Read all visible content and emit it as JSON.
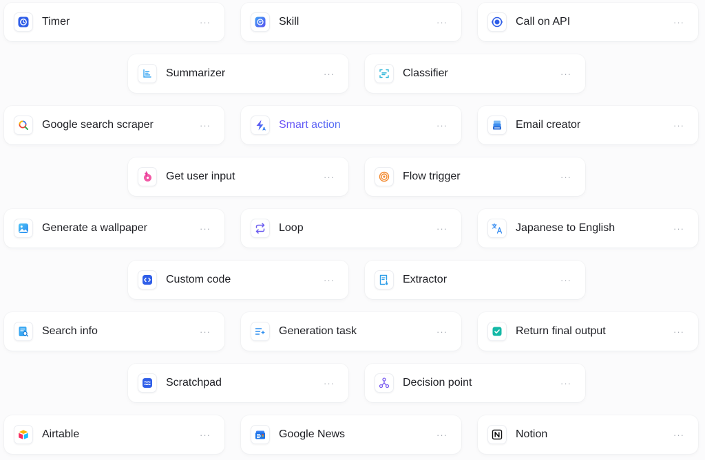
{
  "more_glyph": "···",
  "colors": {
    "accent_start": "#6a4cf6",
    "accent_end": "#2fa6f0",
    "text": "#1e1f24",
    "muted": "#a7abb4"
  },
  "nodes": [
    {
      "label": "Timer",
      "icon": "timer-icon"
    },
    {
      "label": "Skill",
      "icon": "skill-icon"
    },
    {
      "label": "Call on API",
      "icon": "api-icon"
    },
    {
      "label": "Summarizer",
      "icon": "summarizer-icon"
    },
    {
      "label": "Classifier",
      "icon": "classifier-icon"
    },
    {
      "label": "Google search scraper",
      "icon": "google-search-icon"
    },
    {
      "label": "Smart action",
      "icon": "smart-action-icon"
    },
    {
      "label": "Email creator",
      "icon": "email-creator-icon"
    },
    {
      "label": "Get user input",
      "icon": "user-input-icon"
    },
    {
      "label": "Flow trigger",
      "icon": "flow-trigger-icon"
    },
    {
      "label": "Generate a wallpaper",
      "icon": "image-icon"
    },
    {
      "label": "Loop",
      "icon": "loop-icon"
    },
    {
      "label": "Japanese to English",
      "icon": "translate-icon"
    },
    {
      "label": "Custom code",
      "icon": "code-icon"
    },
    {
      "label": "Extractor",
      "icon": "extractor-icon"
    },
    {
      "label": "Search info",
      "icon": "search-info-icon"
    },
    {
      "label": "Generation task",
      "icon": "generation-task-icon"
    },
    {
      "label": "Return final output",
      "icon": "checkbox-icon"
    },
    {
      "label": "Scratchpad",
      "icon": "scratchpad-icon"
    },
    {
      "label": "Decision point",
      "icon": "decision-icon"
    },
    {
      "label": "Airtable",
      "icon": "airtable-icon"
    },
    {
      "label": "Google News",
      "icon": "google-news-icon"
    },
    {
      "label": "Notion",
      "icon": "notion-icon"
    }
  ]
}
